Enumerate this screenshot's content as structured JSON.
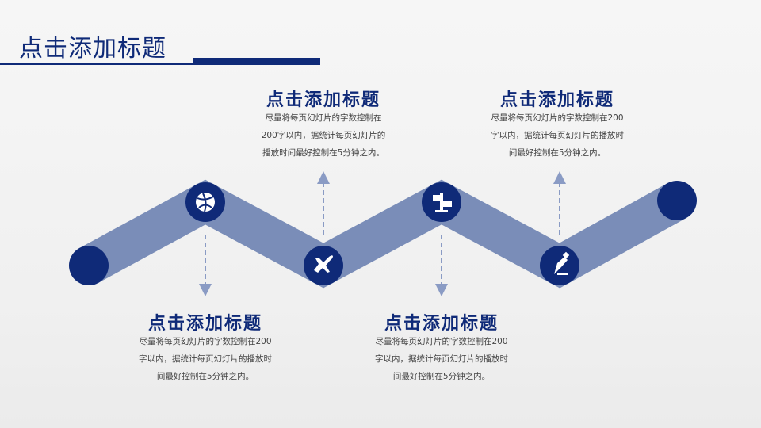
{
  "header": {
    "title": "点击添加标题"
  },
  "colors": {
    "navy": "#0f2a78",
    "band": "#7a8db8",
    "arrow": "#8a9bc4"
  },
  "items": [
    {
      "title": "点击添加标题",
      "icon": "basketball-icon",
      "lines": [
        "尽量将每页幻灯片的字数控制在",
        "200字以内，据统计每页幻灯片的",
        "播放时间最好控制在5分钟之内。"
      ]
    },
    {
      "title": "点击添加标题",
      "icon": "airplane-icon",
      "lines": [
        "尽量将每页幻灯片的字数控制在200",
        "字以内，据统计每页幻灯片的播放时",
        "间最好控制在5分钟之内。"
      ]
    },
    {
      "title": "点击添加标题",
      "icon": "signpost-icon",
      "lines": [
        "尽量将每页幻灯片的字数控制在200",
        "字以内，据统计每页幻灯片的播放时",
        "间最好控制在5分钟之内。"
      ]
    },
    {
      "title": "点击添加标题",
      "icon": "pen-icon",
      "lines": [
        "尽量将每页幻灯片的字数控制在200",
        "字以内，据统计每页幻灯片的播放时",
        "间最好控制在5分钟之内。"
      ]
    }
  ]
}
